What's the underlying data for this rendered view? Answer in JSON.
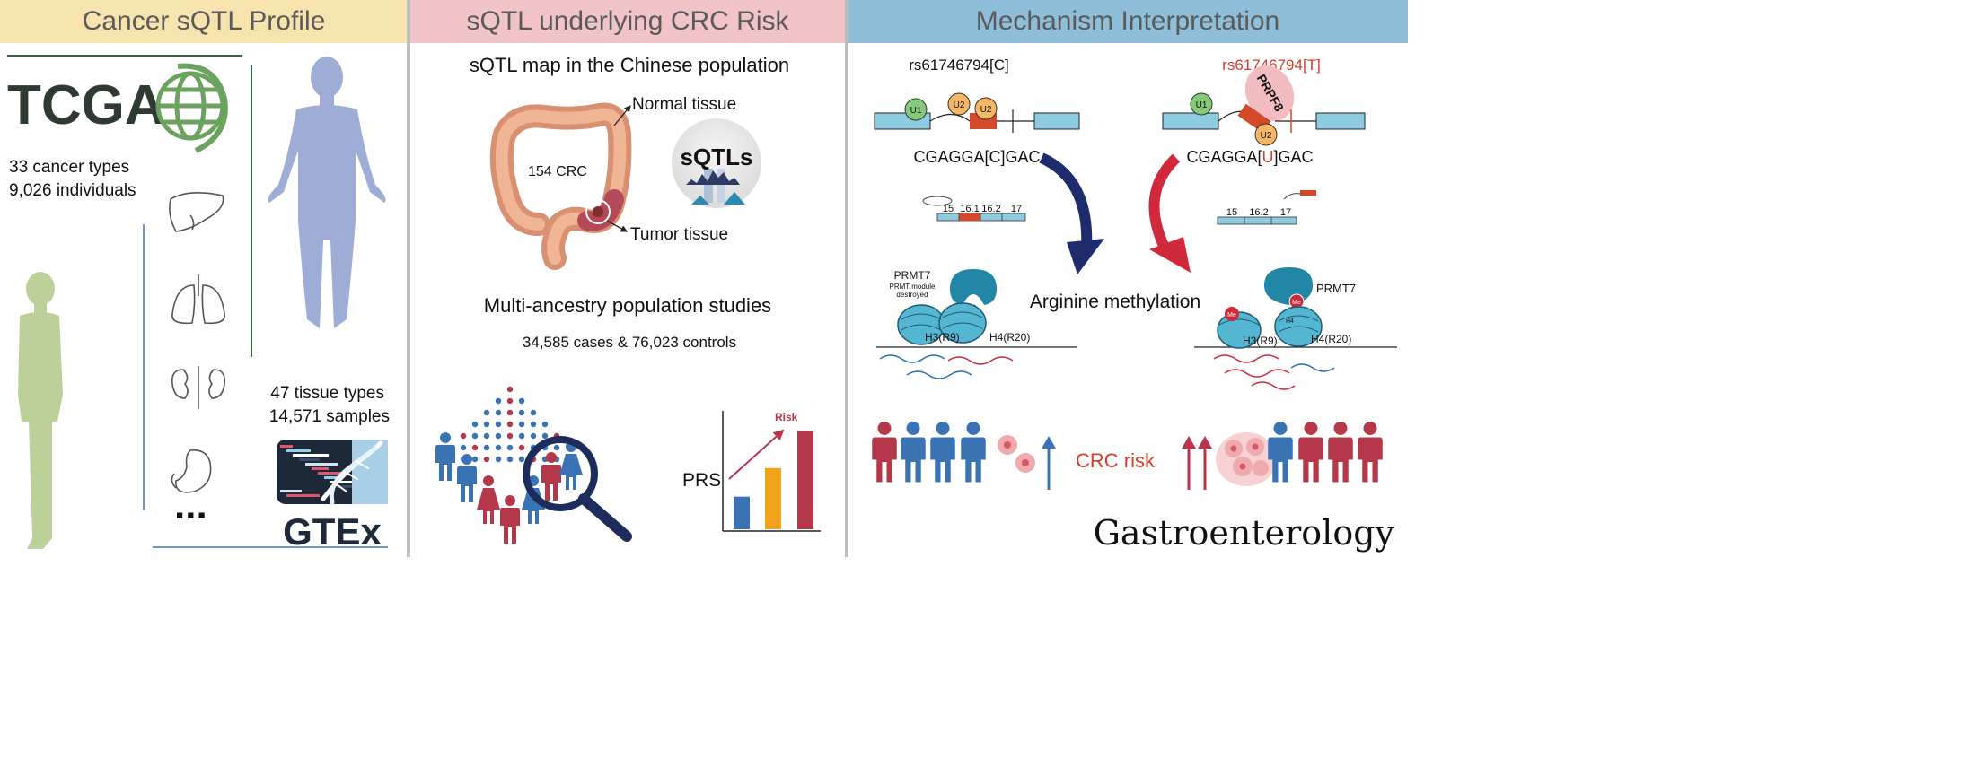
{
  "colors": {
    "header1": "#f6e3ad",
    "header2": "#f1c5c7",
    "header3": "#8fbfd8",
    "header_text": "#5a5a5a",
    "blue_person": "#3a73b4",
    "red_person": "#b5384a",
    "green": "#6aa25e",
    "tcga_dark": "#2e3a32",
    "orange_bar": "#f3a21c",
    "red_text": "#d0402a",
    "navy_arrow": "#1e2c6e",
    "crimson_arrow": "#d0293b",
    "box_blue": "#8ecbe0",
    "hist_teal": "#2b8ab0"
  },
  "panel1": {
    "header": "Cancer sQTL Profile",
    "tcga_logo": "TCGA",
    "tcga_stats": [
      "33 cancer types",
      "9,026 individuals"
    ],
    "gtex_stats": [
      "47 tissue types",
      "14,571 samples"
    ],
    "ellipsis": "...",
    "gtex_logo": "GTEx",
    "icons": [
      "globe-icon",
      "liver-icon",
      "lungs-icon",
      "kidney-icon",
      "stomach-icon",
      "dna-icon"
    ]
  },
  "panel2": {
    "header": "sQTL underlying CRC Risk",
    "map_title": "sQTL map in the Chinese population",
    "normal_label": "Normal tissue",
    "crc_label": "154 CRC",
    "tumor_label": "Tumor tissue",
    "sqtl_badge": "sQTLs",
    "multi_title": "Multi-ancestry population studies",
    "multi_counts": "34,585 cases & 76,023 controls",
    "prs_label": "PRS",
    "risk_label": "Risk",
    "prs_values": [
      0.33,
      0.62,
      1.0
    ]
  },
  "panel3": {
    "header": "Mechanism Interpretation",
    "allele_c": "rs61746794[C]",
    "allele_t": "rs61746794[T]",
    "seq_c_prefix": "CGAGGA[",
    "seq_c_base": "C",
    "seq_c_suffix": "]GAC",
    "seq_t_prefix": "CGAGGA[",
    "seq_t_base": "U",
    "seq_t_suffix": "]GAC",
    "u1": "U1",
    "u2": "U2",
    "prpf8": "PRPF8",
    "exons_left": [
      "15",
      "16.1",
      "16.2",
      "17"
    ],
    "exons_right": [
      "15",
      "16.2",
      "17"
    ],
    "prmt7": "PRMT7",
    "prmt_note_1": "PRMT module",
    "prmt_note_2": "destroyed",
    "h3": "H3(R9)",
    "h4": "H4(R20)",
    "h4_small": "H4",
    "me": "Me",
    "arginine": "Arginine methylation",
    "crc_risk": "CRC risk",
    "journal": "Gastroenterology"
  }
}
